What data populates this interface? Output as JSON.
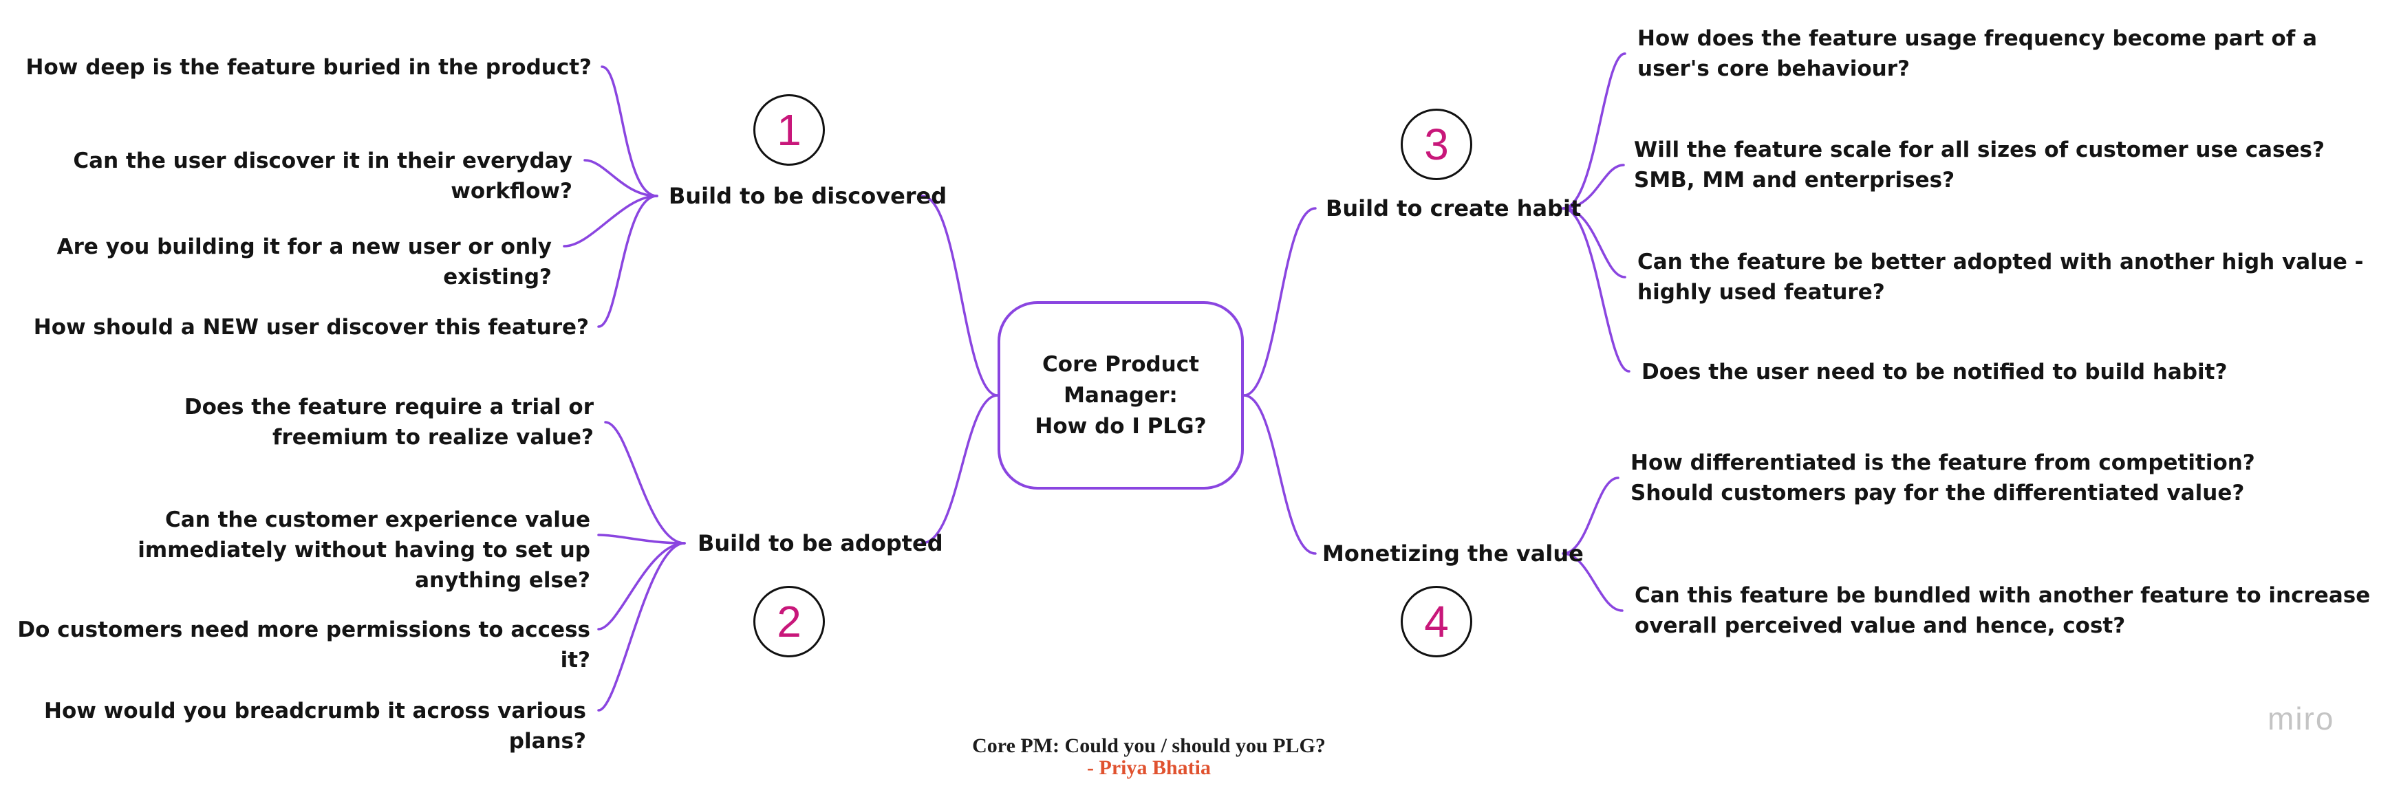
{
  "center": {
    "text": "Core Product Manager: How do I PLG?"
  },
  "branches": {
    "b1": {
      "number": "1",
      "title": "Build to be discovered",
      "questions": [
        "How deep is the feature buried in the product?",
        "Can the user discover it in their everyday workflow?",
        "Are you building it for a new user or only existing?",
        "How should a NEW user discover this feature?"
      ]
    },
    "b2": {
      "number": "2",
      "title": "Build to be adopted",
      "questions": [
        "Does the feature require a trial or freemium to realize value?",
        "Can the customer experience value immediately without having to set up anything else?",
        "Do customers need more permissions to access it?",
        "How would you breadcrumb it across various plans?"
      ]
    },
    "b3": {
      "number": "3",
      "title": "Build to create habit",
      "questions": [
        "How does the feature usage frequency become part of a user's core behaviour?",
        "Will the feature scale for all sizes of customer use cases? SMB, MM and enterprises?",
        "Can the feature be better adopted with another high value - highly used feature?",
        "Does the user need to be notified to build habit?"
      ]
    },
    "b4": {
      "number": "4",
      "title": "Monetizing the value",
      "questions": [
        "How differentiated is the feature from competition? Should customers pay for the differentiated value?",
        "Can this feature be bundled with another feature to increase overall perceived value and hence, cost?"
      ]
    }
  },
  "caption": {
    "title": "Core PM: Could you / should you PLG?",
    "author": "- Priya Bhatia"
  },
  "brand": "miro",
  "colors": {
    "connector": "#8a45e0",
    "number": "#c8177a",
    "author": "#e0522f",
    "brand": "#c4c4c4"
  }
}
